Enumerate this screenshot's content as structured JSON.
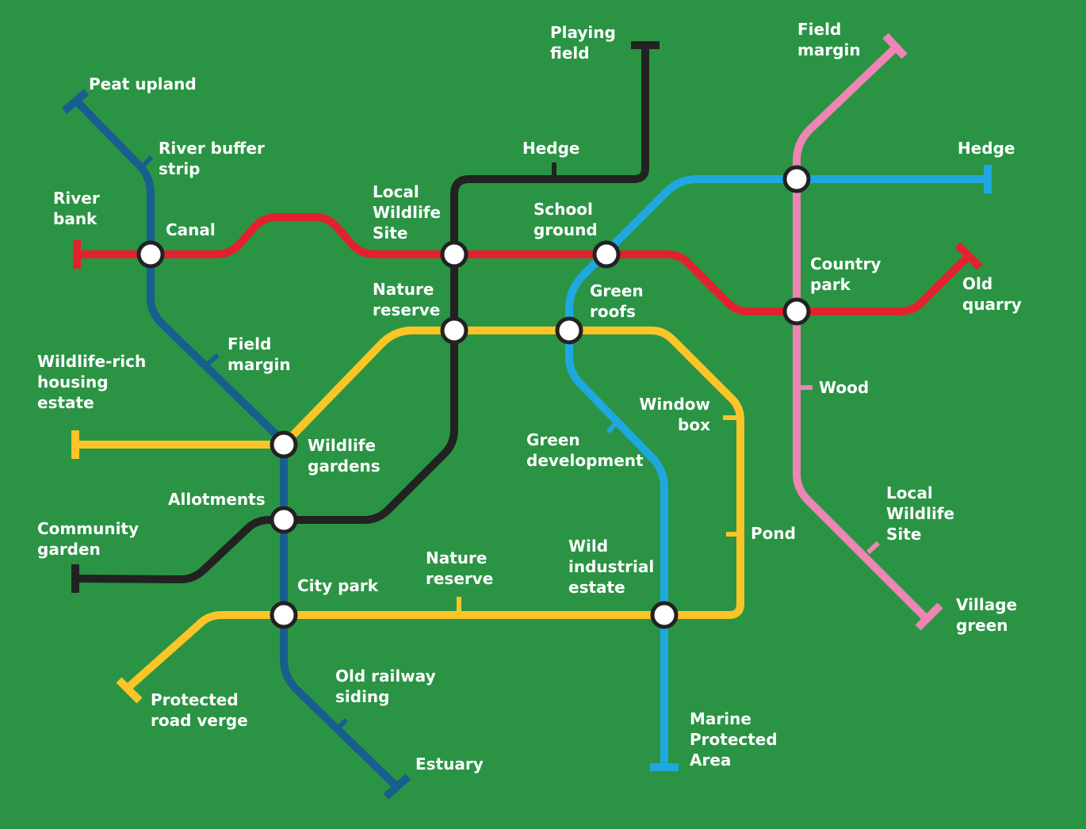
{
  "colors": {
    "background": "#2a9444",
    "blue_line": "#175f8f",
    "red_line": "#e3212e",
    "black_line": "#222222",
    "yellow_line": "#fbc527",
    "cyan_line": "#1fa8e0",
    "pink_line": "#ee85b4",
    "interchange_fill": "#ffffff",
    "interchange_stroke": "#222222",
    "label_text": "#ffffff"
  },
  "lines": [
    {
      "color_key": "blue_line"
    },
    {
      "color_key": "red_line"
    },
    {
      "color_key": "black_line"
    },
    {
      "color_key": "yellow_line"
    },
    {
      "color_key": "cyan_line"
    },
    {
      "color_key": "pink_line"
    }
  ],
  "labels": {
    "peat_upland": "Peat upland",
    "river_buffer_strip": "River buffer\nstrip",
    "river_bank": "River\nbank",
    "canal": "Canal",
    "field_margin_blue": "Field\nmargin",
    "wildlife_gardens": "Wildlife\ngardens",
    "allotments": "Allotments",
    "city_park": "City park",
    "old_railway_siding": "Old railway\nsiding",
    "estuary": "Estuary",
    "local_wildlife_site_black": "Local\nWildlife\nSite",
    "playing_field": "Playing\nfield",
    "hedge_black": "Hedge",
    "nature_reserve_top": "Nature\nreserve",
    "community_garden": "Community\ngarden",
    "wildlife_rich_housing_estate": "Wildlife-rich\nhousing\nestate",
    "nature_reserve_bottom": "Nature\nreserve",
    "protected_road_verge": "Protected\nroad verge",
    "wild_industrial_estate": "Wild\nindustrial\nestate",
    "window_box": "Window\nbox",
    "pond": "Pond",
    "school_ground": "School\nground",
    "green_roofs": "Green\nroofs",
    "green_development": "Green\ndevelopment",
    "marine_protected_area": "Marine\nProtected\nArea",
    "field_margin_pink": "Field\nmargin",
    "hedge_cyan": "Hedge",
    "country_park": "Country\npark",
    "old_quarry": "Old\nquarry",
    "wood": "Wood",
    "local_wildlife_site_pink": "Local\nWildlife\nSite",
    "village_green": "Village\ngreen"
  }
}
